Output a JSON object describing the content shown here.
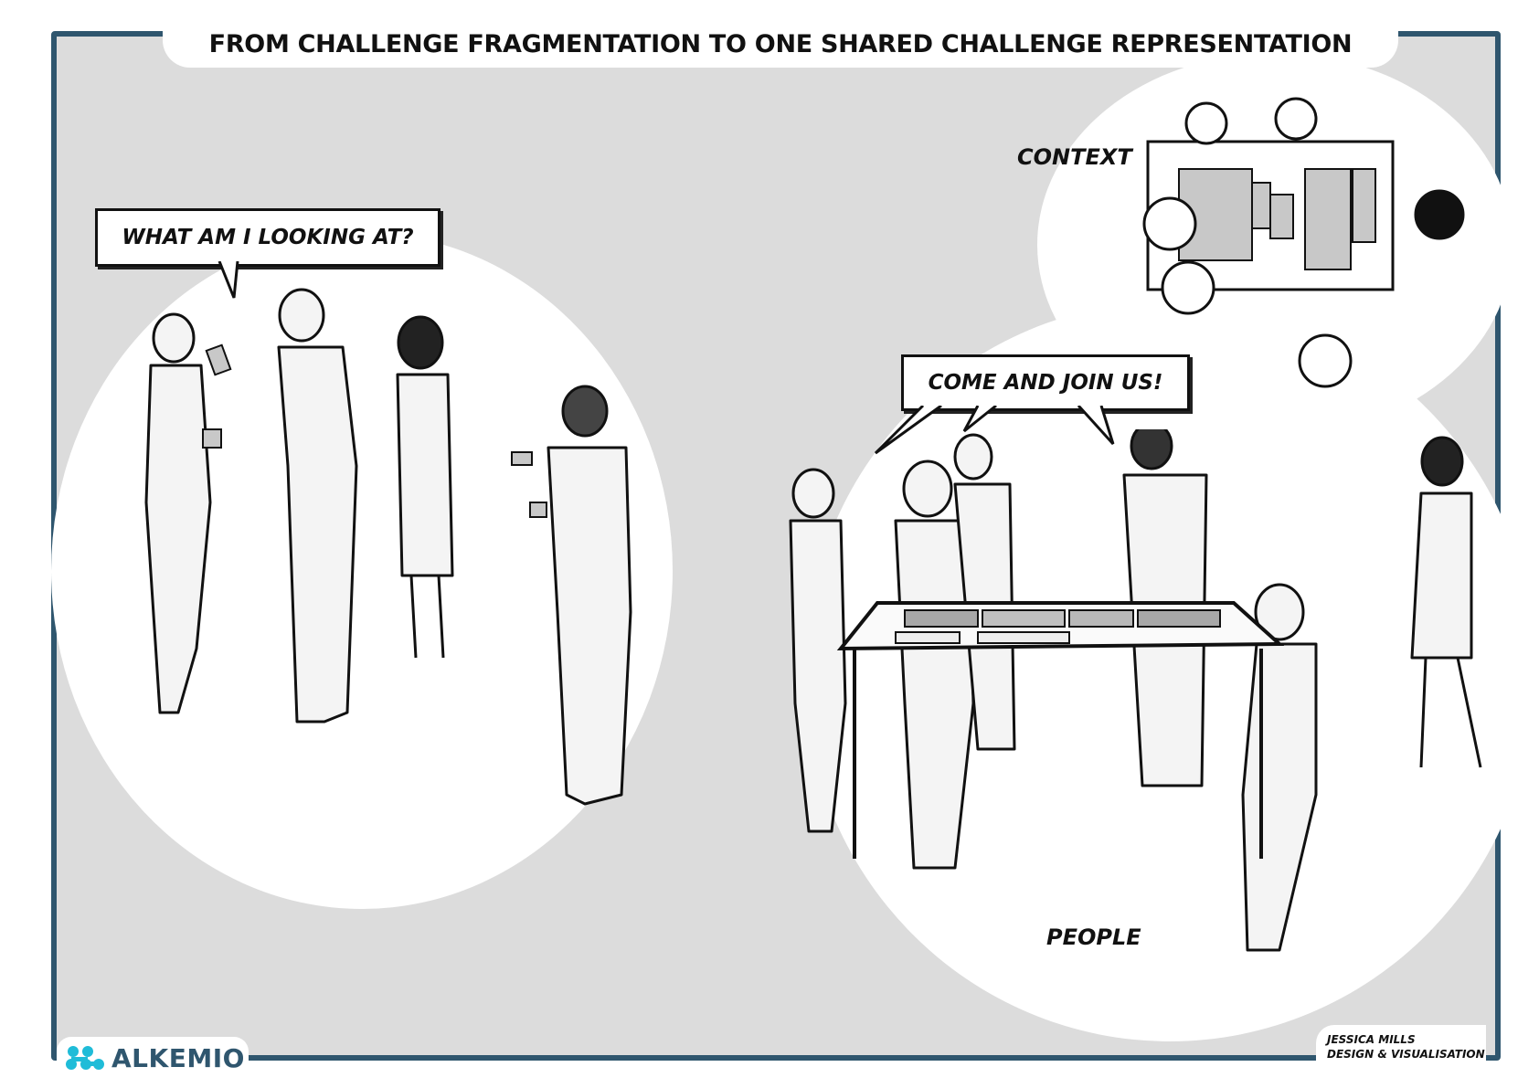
{
  "header": {
    "title": "FROM CHALLENGE FRAGMENTATION TO ONE SHARED CHALLENGE REPRESENTATION"
  },
  "left_scene": {
    "speech_bubble": "WHAT AM I LOOKING AT?",
    "description": "Four people standing apart, each holding separate puzzle pieces"
  },
  "right_scene": {
    "speech_bubble": "COME AND JOIN US!",
    "labels": {
      "context": "CONTEXT",
      "people": "PEOPLE"
    },
    "description": "Group gathered around a table assembling one shared puzzle; top-down view of people around puzzle table"
  },
  "footer": {
    "brand": "ALKEMIO",
    "credit_line1": "JESSICA MILLS",
    "credit_line2": "DESIGN & VISUALISATION"
  },
  "colors": {
    "frame": "#2f566e",
    "background": "#dcdcdc",
    "brand_icon": "#1fbcd8",
    "ink": "#111111",
    "puzzle_fill": "#c8c8c8"
  }
}
